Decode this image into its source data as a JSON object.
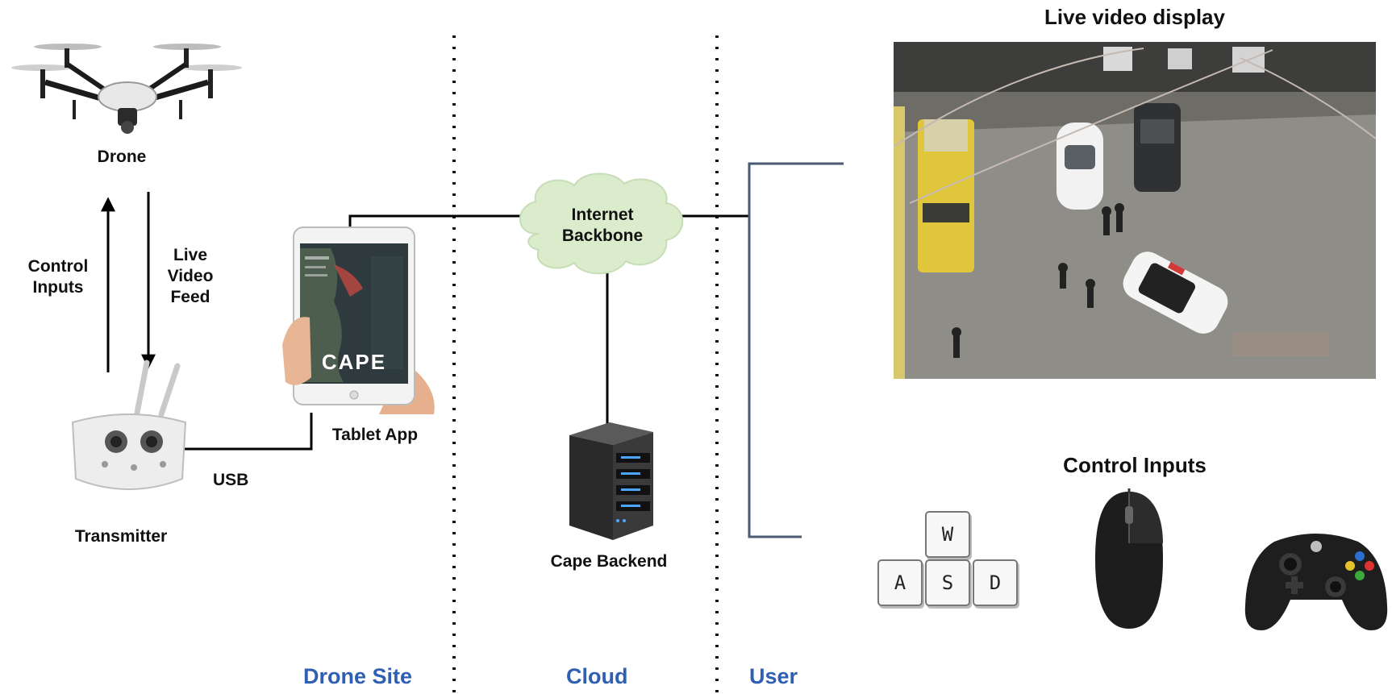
{
  "devices": {
    "drone": "Drone",
    "transmitter": "Transmitter",
    "tablet_app": "Tablet App",
    "tablet_brand": "CAPE",
    "internet": "Internet Backbone",
    "backend": "Cape Backend"
  },
  "links": {
    "control_inputs": "Control Inputs",
    "live_video_feed": "Live Video Feed",
    "usb": "USB"
  },
  "user_side": {
    "video_title": "Live video display",
    "controls_title": "Control Inputs",
    "keys": [
      "W",
      "A",
      "S",
      "D"
    ]
  },
  "zones": {
    "drone_site": "Drone Site",
    "cloud": "Cloud",
    "user": "User"
  },
  "colors": {
    "zone_label": "#2f5fb3",
    "cloud_fill": "#dbeccd",
    "user_bracket": "#4a5a70"
  }
}
